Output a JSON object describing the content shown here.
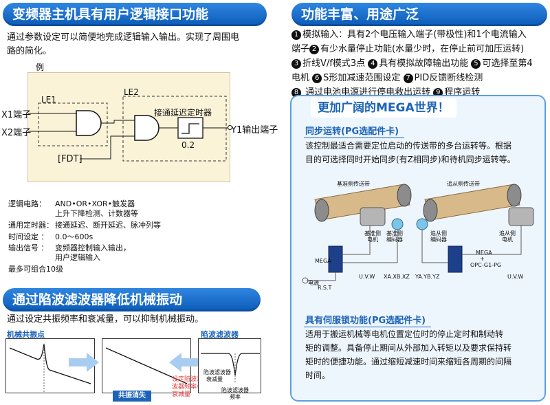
{
  "left": {
    "section1": {
      "title": "变频器主机具有用户逻辑接口功能",
      "desc_line1": "通过参数设定可以简便地完成逻辑输入输出。实现了周围电",
      "desc_line2": "路的简化。"
    },
    "diagram": {
      "example": "例",
      "le1": "LE1",
      "le2": "LE2",
      "x1": "X1端子",
      "x2": "X2端子",
      "fdt": "[FDT]",
      "timer_label": "接通延迟定时器",
      "timer_value": "0.2",
      "y1": "Y1输出端子"
    },
    "specs": [
      {
        "key": "逻辑电路：",
        "lines": [
          "AND•OR•XOR•触发器",
          "上升下降检测、计数器等"
        ]
      },
      {
        "key": "通用定时器：",
        "lines": [
          "接通延迟、断开延迟、脉冲列等"
        ]
      },
      {
        "key": "时间设定 ：",
        "lines": [
          "0.0～600s"
        ]
      },
      {
        "key": "输出信号 ：",
        "lines": [
          "变频器控制输入输出，",
          "用户逻辑输入"
        ]
      },
      {
        "key": "最多可组合10级",
        "lines": []
      }
    ],
    "section2": {
      "title": "通过陷波滤波器降低机械振动",
      "desc": "通过设定共振频率和衰减量，可以抑制机械振动。",
      "resonance_label": "机械共振点",
      "notch_label": "陷波滤波器",
      "result_label": "共振消失",
      "setting_label_1": "设定陷波滤",
      "setting_label_2": "波器频率和",
      "setting_label_3": "衰减量",
      "atten_label_1": "陷波滤波器",
      "atten_label_2": "衰减量",
      "freq_label_1": "陷波滤波器",
      "freq_label_2": "频率"
    }
  },
  "right": {
    "section_title": "功能丰富、用途广泛",
    "features": [
      {
        "parts": [
          {
            "n": "1",
            "t": "模拟输入：具有2个电压输入端子(带极性)和1个电流输入"
          }
        ]
      },
      {
        "parts": [
          {
            "n": "",
            "t": "端子"
          },
          {
            "n": "2",
            "t": "有少水量停止功能(水量少时，在停止前可加压运转)"
          }
        ]
      },
      {
        "parts": [
          {
            "n": "3",
            "t": "折线V/f模式3点 "
          },
          {
            "n": "4",
            "t": "具有模拟故障输出功能 "
          },
          {
            "n": "5",
            "t": "可选择至第4"
          }
        ]
      },
      {
        "parts": [
          {
            "n": "",
            "t": "电机 "
          },
          {
            "n": "6",
            "t": "S形加减速范围设定 "
          },
          {
            "n": "7",
            "t": "PID反馈断线检测"
          }
        ]
      },
      {
        "parts": [
          {
            "n": "8",
            "t": " 通过电池电源进行停电救出运转 "
          },
          {
            "n": "9",
            "t": "程序运转"
          }
        ]
      }
    ],
    "mega": {
      "title": "更加广阔的MEGA世界！",
      "sync": {
        "heading": "同步运转(PG选配件卡)",
        "line1": "该控制最适合需要定位启动的传送带的多台运转等。根据",
        "line2": "目的可选择同时开始同步(有Z相同步)和待机同步运转等。"
      },
      "diagram": {
        "master_belt": "基准侧传送带",
        "slave_belt": "追从侧传送带",
        "master_motor_1": "基准侧",
        "master_motor_2": "电机",
        "master_enc_1": "基准侧",
        "master_enc_2": "编码器",
        "slave_enc_1": "追从侧",
        "slave_enc_2": "编码器",
        "slave_motor_1": "追从侧",
        "slave_motor_2": "电机",
        "mega_left": "MEGA",
        "mega_right_1": "MEGA",
        "mega_right_2": "+",
        "mega_right_3": "OPC-G1-PG",
        "uvw_left": "U.V.W",
        "uvw_right": "U.V.W",
        "xa": "XA.XB.XZ",
        "ya": "YA.YB.YZ",
        "power": "电源",
        "rst": "R.S.T"
      },
      "servo": {
        "heading": "具有伺服锁功能(PG选配件卡)",
        "line1": "适用于搬运机械等电机位置定位时的停止定时和制动转",
        "line2": "矩的调整。具备停止期间从外部加入转矩以及要求保持转",
        "line3": "矩时的便捷功能。通过缩短减速时间来缩短各周期的间隔",
        "line4": "时间。"
      }
    }
  },
  "colors": {
    "header_blue": "#0b5bb8",
    "accent_blue": "#1c63b8",
    "diagram_bg": "#fbf3d8",
    "red": "#e23a3a"
  }
}
